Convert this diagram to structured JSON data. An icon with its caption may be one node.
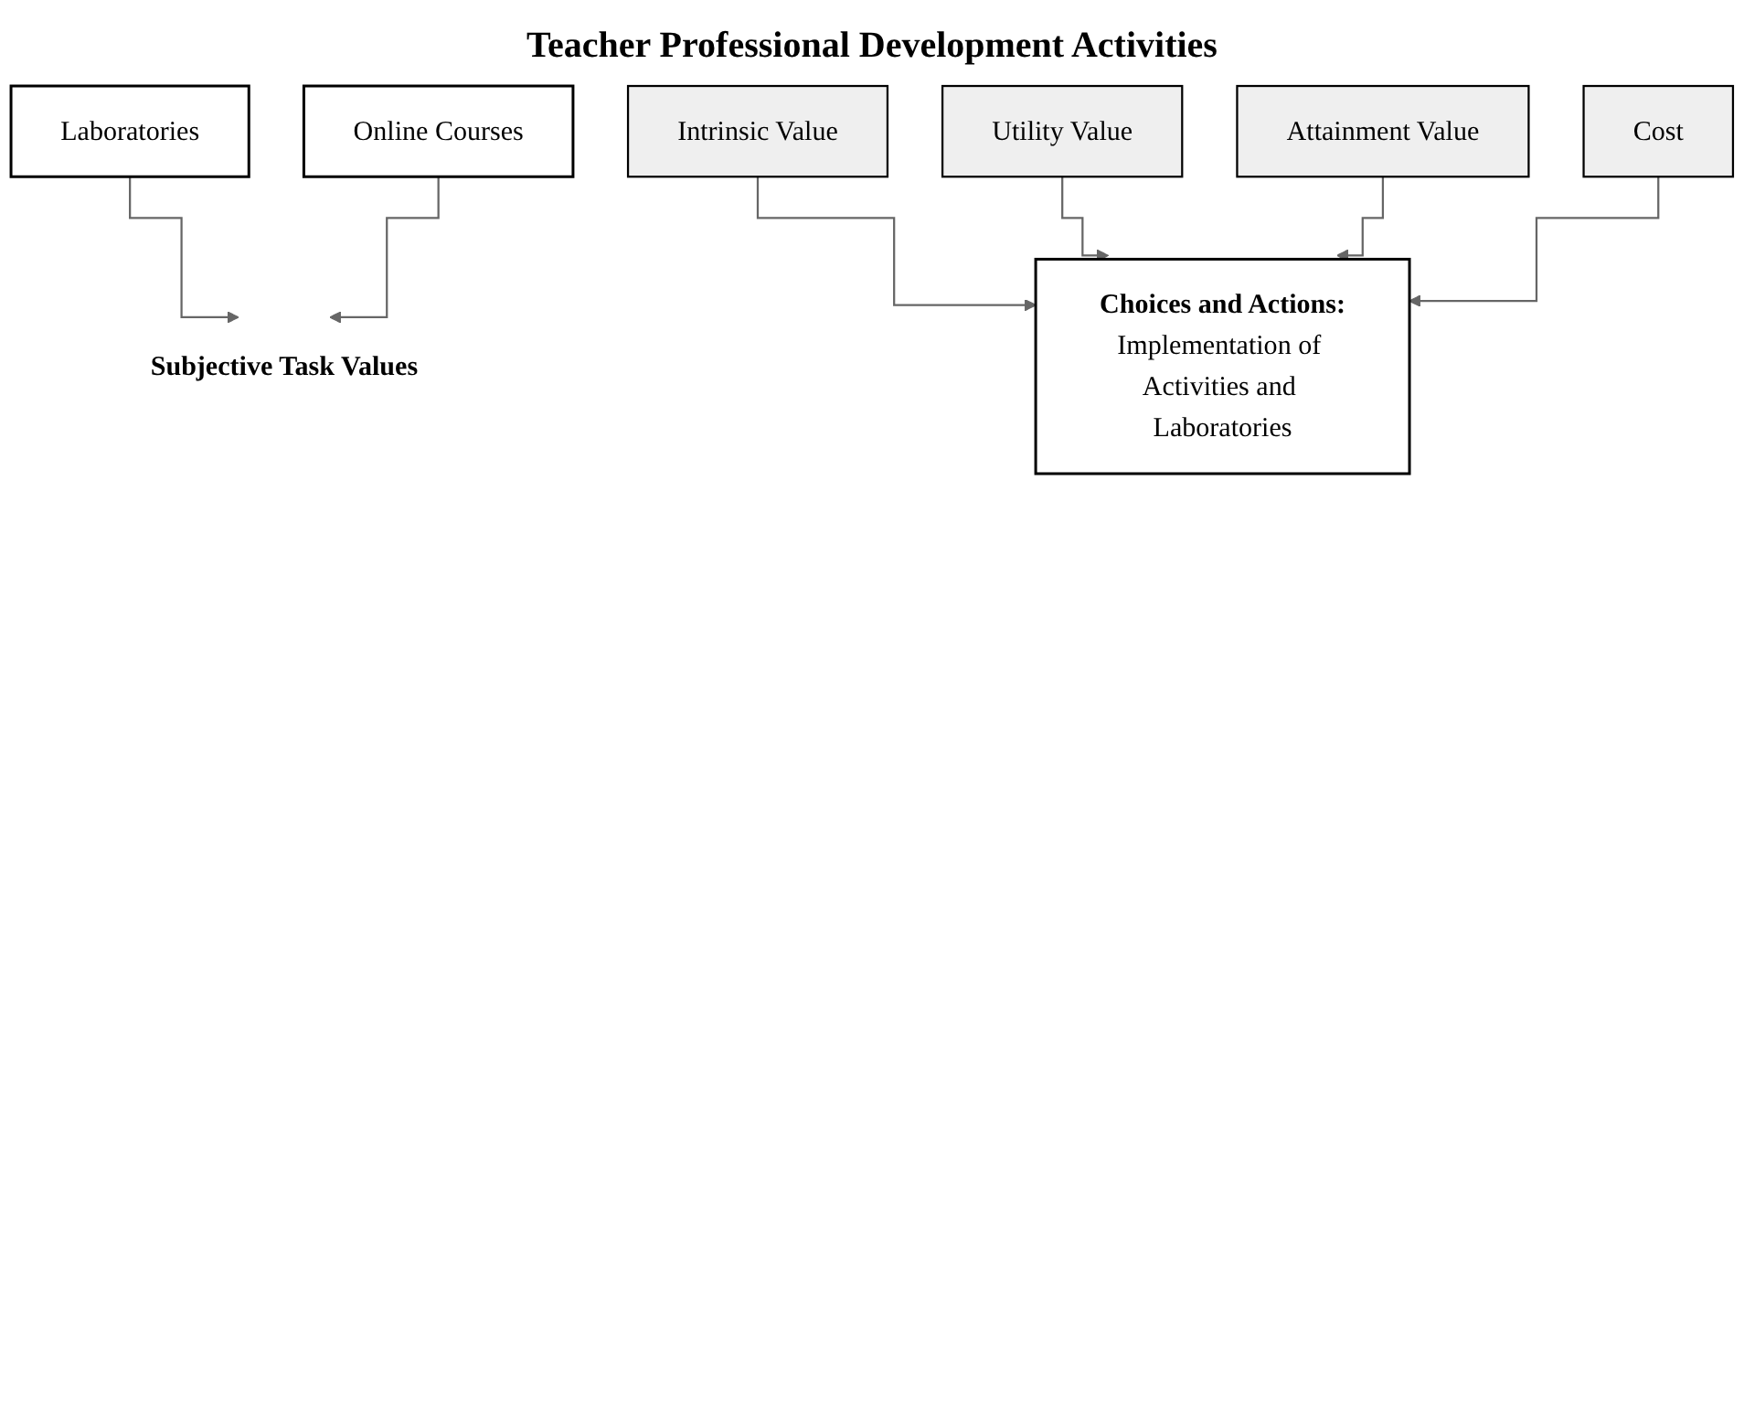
{
  "diagram": {
    "title": "Teacher Professional Development Activities",
    "nodes": [
      {
        "text": [
          "Laboratories"
        ]
      },
      {
        "text": [
          "Online Courses"
        ]
      },
      {
        "text": [
          "Subjective Task Values"
        ]
      },
      {
        "text": [
          "Intrinsic Value"
        ]
      },
      {
        "text": [
          "Utility Value"
        ]
      },
      {
        "text": [
          "Attainment Value"
        ]
      },
      {
        "text": [
          "Cost"
        ]
      },
      {
        "text": [
          "Choices and Actions:",
          "Implementation of Activities and Laboratories"
        ]
      }
    ],
    "edges": [
      {
        "from": 0,
        "to": 2,
        "arrow": "to"
      },
      {
        "from": 1,
        "to": 2,
        "arrow": "to"
      },
      {
        "from": 3,
        "to": 7,
        "arrow": "to"
      },
      {
        "from": 4,
        "to": 7,
        "arrow": "to"
      },
      {
        "from": 5,
        "to": 7,
        "arrow": "to"
      },
      {
        "from": 6,
        "to": 7,
        "arrow": "to"
      }
    ]
  }
}
